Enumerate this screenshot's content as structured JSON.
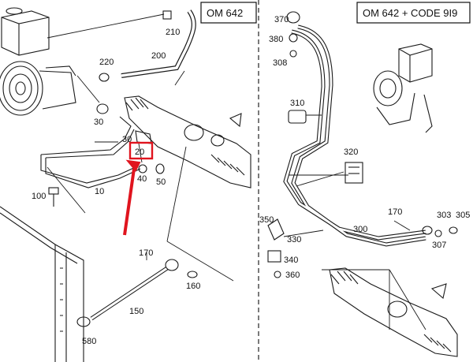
{
  "panels": {
    "left": {
      "title": "OM 642"
    },
    "right": {
      "title": "OM 642 + CODE 9I9"
    }
  },
  "left_labels": {
    "p210": "210",
    "p200": "200",
    "p220": "220",
    "p30a": "30",
    "p30b": "30",
    "p20": "20",
    "p40": "40",
    "p50": "50",
    "p10": "10",
    "p100": "100",
    "p170": "170",
    "p160": "160",
    "p150": "150",
    "p580": "580"
  },
  "right_labels": {
    "p370": "370",
    "p380": "380",
    "p308": "308",
    "p310": "310",
    "p320": "320",
    "p350": "350",
    "p330": "330",
    "p300": "300",
    "p170": "170",
    "p303": "303",
    "p305": "305",
    "p307": "307",
    "p340": "340",
    "p360": "360"
  },
  "colors": {
    "line": "#1a1a1a",
    "highlight": "#e0141e",
    "background": "#ffffff"
  }
}
